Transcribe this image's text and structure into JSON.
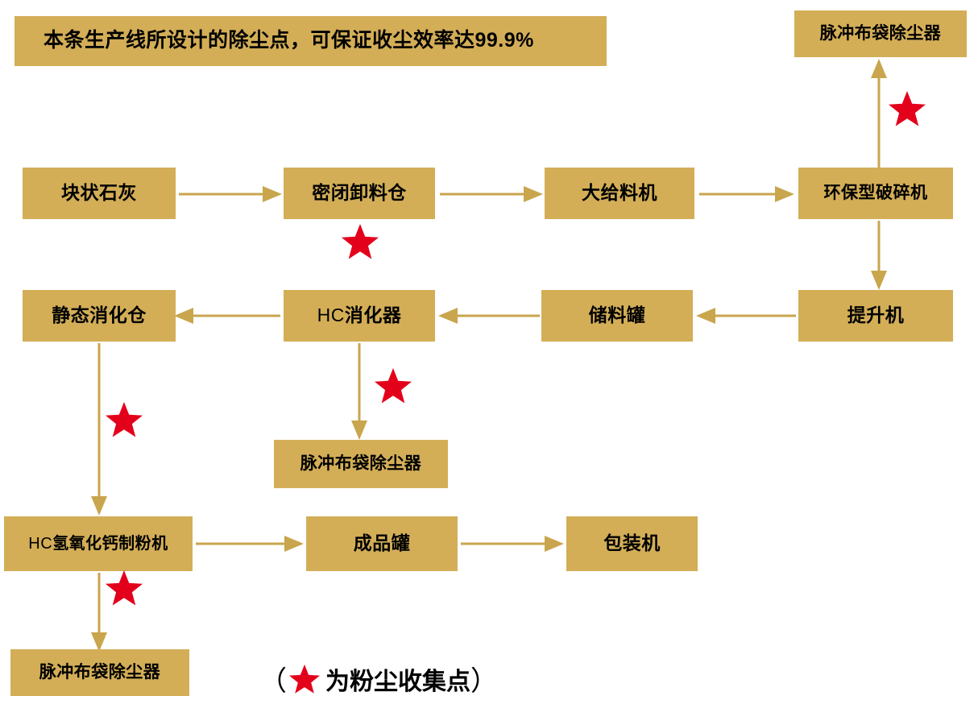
{
  "diagram": {
    "title_banner": "本条生产线所设计的除尘点，可保证收尘效率达99.9%",
    "legend": {
      "open_paren": "（",
      "star_icon": "red-star",
      "text": "为粉尘收集点",
      "close_paren": "）"
    },
    "colors": {
      "box_fill": "#D3AE57",
      "arrow": "#C9A54D",
      "star": "#E3001B",
      "text": "#000000",
      "background": "#FFFFFF"
    },
    "nodes": [
      {
        "id": "dust-collector-top",
        "label": "脉冲布袋除尘器"
      },
      {
        "id": "lump-lime",
        "label": "块状石灰"
      },
      {
        "id": "sealed-discharge-bin",
        "label": "密闭卸料仓"
      },
      {
        "id": "large-feeder",
        "label": "大给料机"
      },
      {
        "id": "eco-crusher",
        "label": "环保型破碎机"
      },
      {
        "id": "elevator",
        "label": "提升机"
      },
      {
        "id": "storage-tank",
        "label": "储料罐"
      },
      {
        "id": "hc-digester-prefix",
        "label": "HC"
      },
      {
        "id": "hc-digester",
        "label": "消化器"
      },
      {
        "id": "static-digestion-bin",
        "label": "静态消化仓"
      },
      {
        "id": "dust-collector-mid",
        "label": "脉冲布袋除尘器"
      },
      {
        "id": "hc-powder-mill-prefix",
        "label": "HC"
      },
      {
        "id": "hc-powder-mill",
        "label": "氢氧化钙制粉机"
      },
      {
        "id": "finished-product-tank",
        "label": "成品罐"
      },
      {
        "id": "packing-machine",
        "label": "包装机"
      },
      {
        "id": "dust-collector-bottom",
        "label": "脉冲布袋除尘器"
      }
    ],
    "flow_sequence": [
      "块状石灰",
      "密闭卸料仓",
      "大给料机",
      "环保型破碎机",
      "提升机",
      "储料罐",
      "HC消化器",
      "静态消化仓",
      "HC氢氧化钙制粉机",
      "成品罐",
      "包装机"
    ],
    "dust_points": [
      "密闭卸料仓",
      "环保型破碎机",
      "HC消化器",
      "静态消化仓",
      "HC氢氧化钙制粉机"
    ]
  }
}
